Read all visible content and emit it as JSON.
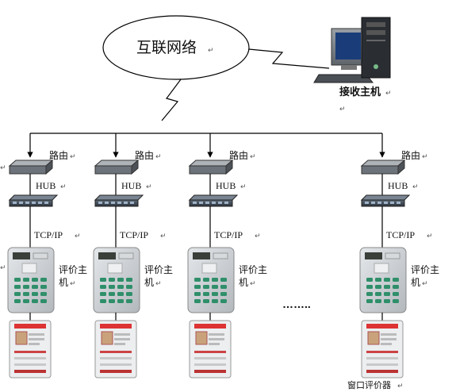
{
  "cloud": {
    "label": "互联网络",
    "mark": "↵"
  },
  "host": {
    "label": "接收主机",
    "mark": "↵"
  },
  "branches": [
    {
      "router_label": "路由",
      "hub_label": "HUB",
      "protocol_label": "TCP/IP",
      "terminal_label_1": "评价主",
      "terminal_label_2": "机",
      "mark": "↵"
    },
    {
      "router_label": "路由",
      "hub_label": "HUB",
      "protocol_label": "TCP/IP",
      "terminal_label_1": "评价主",
      "terminal_label_2": "机",
      "mark": "↵"
    },
    {
      "router_label": "路由",
      "hub_label": "HUB",
      "protocol_label": "TCP/IP",
      "terminal_label_1": "评价主",
      "terminal_label_2": "机",
      "mark": "↵"
    },
    {
      "router_label": "路由",
      "hub_label": "HUB",
      "protocol_label": "TCP/IP",
      "terminal_label_1": "评价主",
      "terminal_label_2": "机",
      "mark": "↵"
    }
  ],
  "ellipsis": "……..",
  "window_device_label": "窗口评价器",
  "colors": {
    "line": "#000000",
    "device_body": "#c8ccd0",
    "keypad": "#2f8f6a",
    "display": "#3a3f3a"
  }
}
